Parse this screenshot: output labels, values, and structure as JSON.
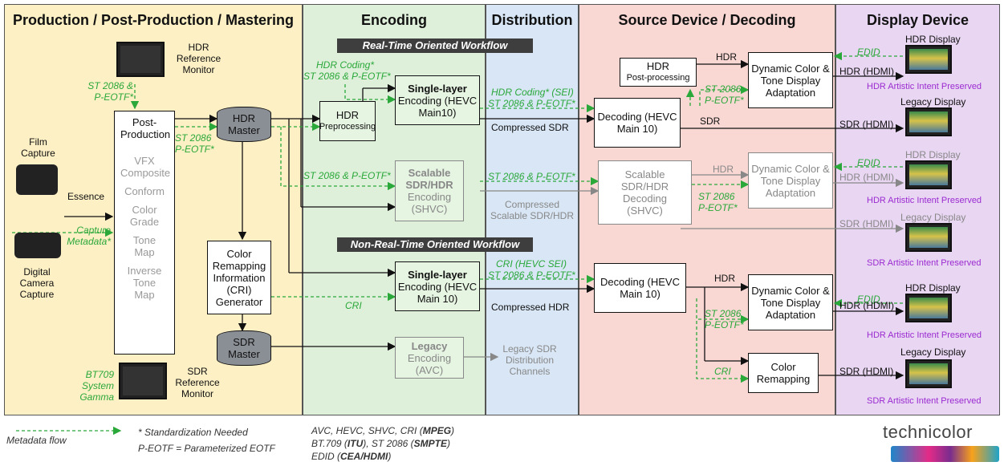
{
  "columns": {
    "production": "Production / Post-Production / Mastering",
    "encoding": "Encoding",
    "distribution": "Distribution",
    "source": "Source Device / Decoding",
    "display": "Display Device"
  },
  "colors": {
    "production": "#fdf0c4",
    "encoding": "#dff0da",
    "distribution": "#d8e6f5",
    "source": "#f9d8d4",
    "display": "#e9d6f3",
    "metadata": "#2aa83a",
    "purple": "#9b2bd0"
  },
  "banners": {
    "realtime": "Real-Time Oriented  Workflow",
    "nonrealtime": "Non-Real-Time Oriented Workflow"
  },
  "production": {
    "hdr_monitor": "HDR Reference Monitor",
    "st2086_peotf": "ST 2086 & P-EOTF*",
    "film": "Film Capture",
    "digital": "Digital Camera Capture",
    "essence": "Essence",
    "capture_metadata": "Capture Metadata*",
    "post_title": "Post-Production",
    "post_items": [
      "VFX Composite",
      "Conform",
      "Color Grade",
      "Tone Map",
      "Inverse Tone Map"
    ],
    "st2086_peotf_2": "ST 2086 P-EOTF*",
    "hdr_master": "HDR Master",
    "cri": "Color Remapping Information (CRI) Generator",
    "sdr_master": "SDR Master",
    "bt709": "BT709 System Gamma",
    "sdr_monitor": "SDR Reference Monitor"
  },
  "encoding": {
    "hdr_coding": "HDR Coding*",
    "hdr_coding_2": "ST 2086 & P-EOTF*",
    "hdr_pre_title": "HDR",
    "hdr_pre_sub": "Preprocessing",
    "single_title": "Single-layer",
    "single_sub": "Encoding (HEVC Main10)",
    "st2086_peotf_3": "ST 2086 & P-EOTF*",
    "scalable_title": "Scalable SDR/HDR",
    "scalable_sub": "Encoding (SHVC)",
    "single2_title": "Single-layer",
    "single2_sub": "Encoding (HEVC Main 10)",
    "cri": "CRI",
    "legacy_title": "Legacy",
    "legacy_sub": "Encoding (AVC)"
  },
  "distribution": {
    "hdr_coding_sei": "HDR Coding* (SEI)",
    "st2086_peotf_4": "ST 2086 & P-EOTF*",
    "compressed_sdr": "Compressed SDR",
    "st2086_peotf_5": "ST 2086 & P-EOTF*",
    "compressed_scalable": "Compressed Scalable SDR/HDR",
    "cri_sei": "CRI (HEVC SEI)",
    "st2086_peotf_6": "ST 2086 & P-EOTF*",
    "compressed_hdr": "Compressed HDR",
    "legacy_channels": "Legacy SDR Distribution Channels"
  },
  "source": {
    "hdr_post_title": "HDR",
    "hdr_post_sub": "Post-processing",
    "hdr": "HDR",
    "dyn_title": "Dynamic Color & Tone Display Adaptation",
    "st2086_peotf_7": "ST 2086 P-EOTF*",
    "decoding": "Decoding (HEVC Main 10)",
    "sdr": "SDR",
    "scalable_decoding": "Scalable SDR/HDR Decoding (SHVC)",
    "hdr_2": "HDR",
    "dyn_title_2": "Dynamic Color & Tone Display Adaptation",
    "st2086_peotf_8": "ST 2086 P-EOTF*",
    "decoding_2": "Decoding (HEVC Main 10)",
    "hdr_3": "HDR",
    "dyn_title_3": "Dynamic Color & Tone Display Adaptation",
    "st2086_peotf_9": "ST 2086 P-EOTF*",
    "cri": "CRI",
    "color_remapping": "Color Remapping"
  },
  "display": {
    "hdr_display": "HDR Display",
    "edid": "EDID",
    "hdr_hdmi": "HDR (HDMI)",
    "hdr_intent": "HDR Artistic Intent Preserved",
    "legacy_display": "Legacy Display",
    "sdr_hdmi": "SDR (HDMI)",
    "hdr_display_2": "HDR Display",
    "edid_2": "EDID",
    "hdr_hdmi_2": "HDR (HDMI)",
    "hdr_intent_2": "HDR Artistic Intent Preserved",
    "sdr_hdmi_2": "SDR (HDMI)",
    "legacy_display_2": "Legacy Display",
    "sdr_intent": "SDR Artistic Intent Preserved",
    "hdr_display_3": "HDR Display",
    "edid_3": "EDID",
    "hdr_hdmi_3": "HDR (HDMI)",
    "hdr_intent_3": "HDR Artistic Intent Preserved",
    "legacy_display_3": "Legacy Display",
    "sdr_hdmi_3": "SDR (HDMI)",
    "sdr_intent_2": "SDR Artistic Intent Preserved"
  },
  "footer": {
    "metadata_flow": "Metadata flow",
    "std_needed": "* Standardization Needed",
    "peotf_def": "P-EOTF = Parameterized EOTF",
    "std1_pre": "AVC, HEVC, SHVC, CRI (",
    "std1_org": "MPEG",
    "std2_pre": "BT.709 (",
    "std2_org": "ITU",
    "std2_mid": "), ST 2086 (",
    "std2_org2": "SMPTE",
    "std3_pre": "EDID (",
    "std3_org": "CEA/HDMI",
    "close": ")"
  },
  "logo": "technicolor"
}
